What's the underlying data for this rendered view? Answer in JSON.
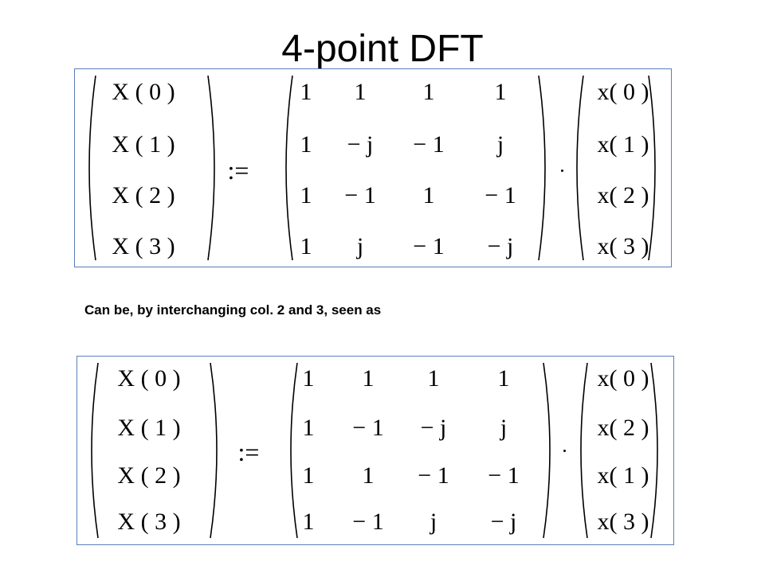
{
  "title": "4-point DFT",
  "caption": "Can be, by interchanging col. 2 and 3, seen as",
  "equations": [
    {
      "lhs": [
        "X ( 0 )",
        "X ( 1 )",
        "X ( 2 )",
        "X ( 3 )"
      ],
      "assign": ":=",
      "matrix": [
        [
          "1",
          "1",
          "1",
          "1"
        ],
        [
          "1",
          "− j",
          "− 1",
          "j"
        ],
        [
          "1",
          "− 1",
          "1",
          "− 1"
        ],
        [
          "1",
          "j",
          "− 1",
          "− j"
        ]
      ],
      "rhs": [
        "x( 0 )",
        "x( 1 )",
        "x( 2 )",
        "x( 3 )"
      ]
    },
    {
      "lhs": [
        "X ( 0 )",
        "X ( 1 )",
        "X ( 2 )",
        "X ( 3 )"
      ],
      "assign": ":=",
      "matrix": [
        [
          "1",
          "1",
          "1",
          "1"
        ],
        [
          "1",
          "− 1",
          "− j",
          "j"
        ],
        [
          "1",
          "1",
          "− 1",
          "− 1"
        ],
        [
          "1",
          "− 1",
          "j",
          "− j"
        ]
      ],
      "rhs": [
        "x( 0 )",
        "x( 2 )",
        "x( 1 )",
        "x( 3 )"
      ]
    }
  ]
}
